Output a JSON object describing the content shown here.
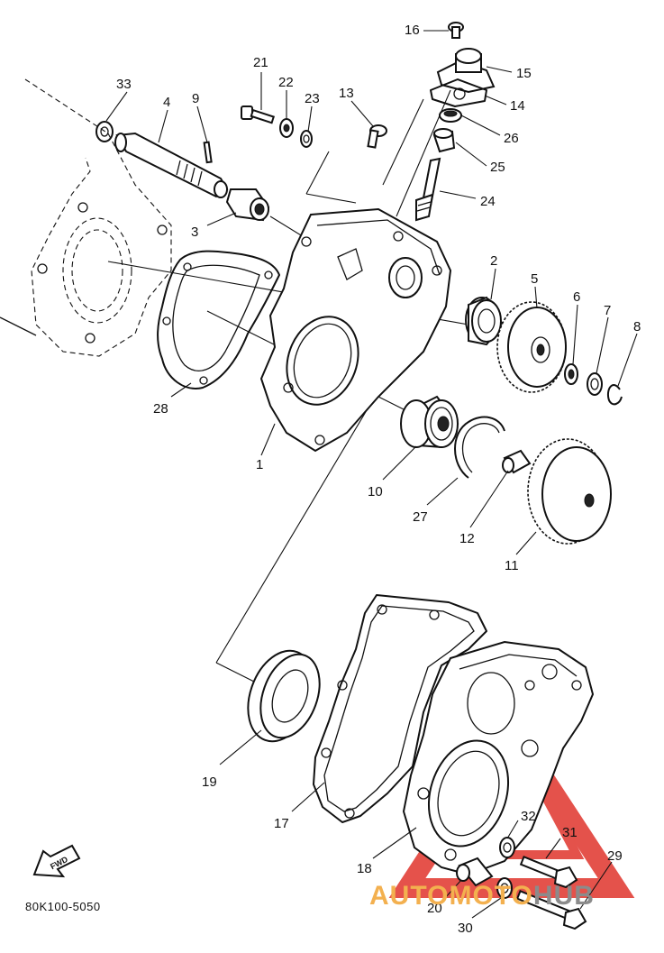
{
  "labels": {
    "p1": "1",
    "p2": "2",
    "p3": "3",
    "p4": "4",
    "p5": "5",
    "p6": "6",
    "p7": "7",
    "p8": "8",
    "p9": "9",
    "p10": "10",
    "p11": "11",
    "p12": "12",
    "p13": "13",
    "p14": "14",
    "p15": "15",
    "p16": "16",
    "p17": "17",
    "p18": "18",
    "p19": "19",
    "p20": "20",
    "p21": "21",
    "p22": "22",
    "p23": "23",
    "p24": "24",
    "p25": "25",
    "p26": "26",
    "p27": "27",
    "p28": "28",
    "p29": "29",
    "p30": "30",
    "p31": "31",
    "p32": "32",
    "p33": "33"
  },
  "fwd_label": "FWD",
  "diagram_code": "80K100-5050",
  "watermark": {
    "part1": "AUTOMOTO",
    "part2": "HUB"
  },
  "colors": {
    "watermark_red": "#e0342c",
    "watermark_orange": "#f3b04f",
    "watermark_gray": "#8b8b8b",
    "ink": "#111111"
  }
}
